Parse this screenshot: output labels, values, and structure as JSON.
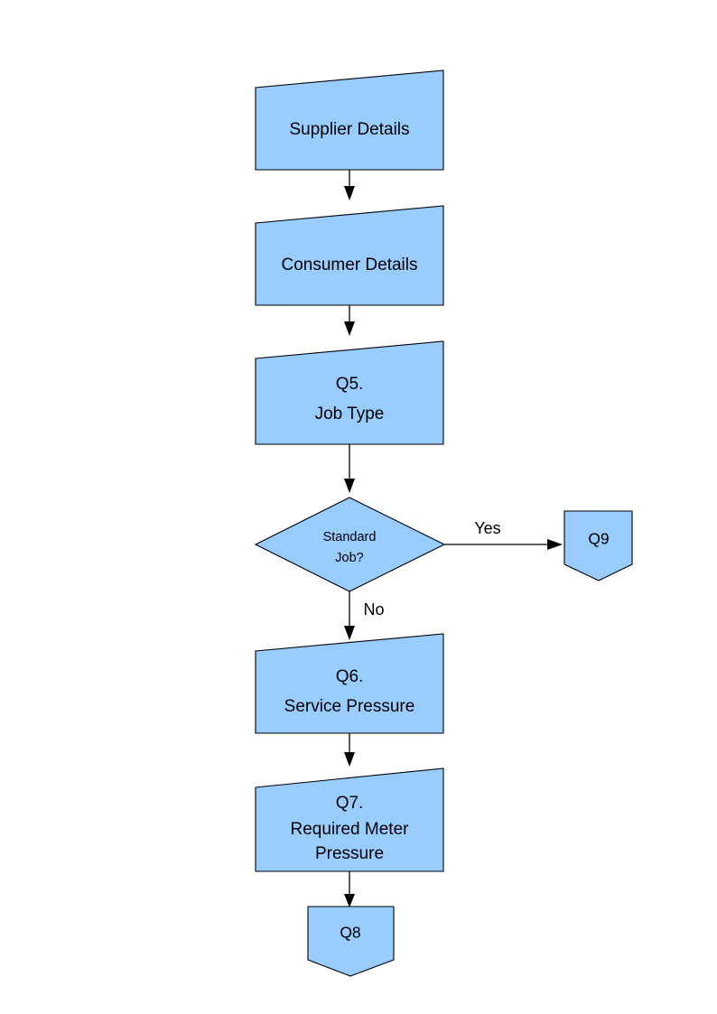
{
  "diagram": {
    "title": "Gas Job Questionnaire Flowchart",
    "type": "flowchart",
    "background_color": "#ffffff",
    "node_fill_color": "#99CCFF",
    "node_stroke_color": "#000000",
    "edge_color": "#000000",
    "nodes": [
      {
        "id": "supplier-details",
        "shape": "skewed-document",
        "lines": [
          "Supplier Details"
        ],
        "text_size": "big"
      },
      {
        "id": "consumer-details",
        "shape": "skewed-document",
        "lines": [
          "Consumer Details"
        ],
        "text_size": "big"
      },
      {
        "id": "q5-job-type",
        "shape": "skewed-document",
        "lines": [
          "Q5.",
          "Job Type"
        ],
        "text_size": "big"
      },
      {
        "id": "standard-job-decision",
        "shape": "diamond",
        "lines": [
          "Standard",
          "Job?"
        ],
        "text_size": "small"
      },
      {
        "id": "q9",
        "shape": "pentagon-shield",
        "lines": [
          "Q9"
        ],
        "text_size": "med"
      },
      {
        "id": "q6-service-pressure",
        "shape": "skewed-document",
        "lines": [
          "Q6.",
          "Service Pressure"
        ],
        "text_size": "big"
      },
      {
        "id": "q7-required-meter-pressure",
        "shape": "skewed-document",
        "lines": [
          "Q7.",
          "Required Meter",
          "Pressure"
        ],
        "text_size": "big"
      },
      {
        "id": "q8",
        "shape": "pentagon-shield",
        "lines": [
          "Q8"
        ],
        "text_size": "med"
      }
    ],
    "edges": [
      {
        "id": "supplier-to-consumer",
        "from": "supplier-details",
        "to": "consumer-details",
        "label": ""
      },
      {
        "id": "consumer-to-q5",
        "from": "consumer-details",
        "to": "q5-job-type",
        "label": ""
      },
      {
        "id": "q5-to-decision",
        "from": "q5-job-type",
        "to": "standard-job-decision",
        "label": ""
      },
      {
        "id": "decision-to-q9",
        "from": "standard-job-decision",
        "to": "q9",
        "label": "Yes"
      },
      {
        "id": "decision-to-q6",
        "from": "standard-job-decision",
        "to": "q6-service-pressure",
        "label": "No"
      },
      {
        "id": "q6-to-q7",
        "from": "q6-service-pressure",
        "to": "q7-required-meter-pressure",
        "label": ""
      },
      {
        "id": "q7-to-q8",
        "from": "q7-required-meter-pressure",
        "to": "q8",
        "label": ""
      }
    ],
    "labels": {
      "supplier_details": "Supplier Details",
      "consumer_details": "Consumer Details",
      "q5_line1": "Q5.",
      "q5_line2": "Job Type",
      "decision_line1": "Standard",
      "decision_line2": "Job?",
      "q9": "Q9",
      "q6_line1": "Q6.",
      "q6_line2": "Service Pressure",
      "q7_line1": "Q7.",
      "q7_line2": "Required Meter",
      "q7_line3": "Pressure",
      "q8": "Q8",
      "yes": "Yes",
      "no": "No"
    }
  }
}
